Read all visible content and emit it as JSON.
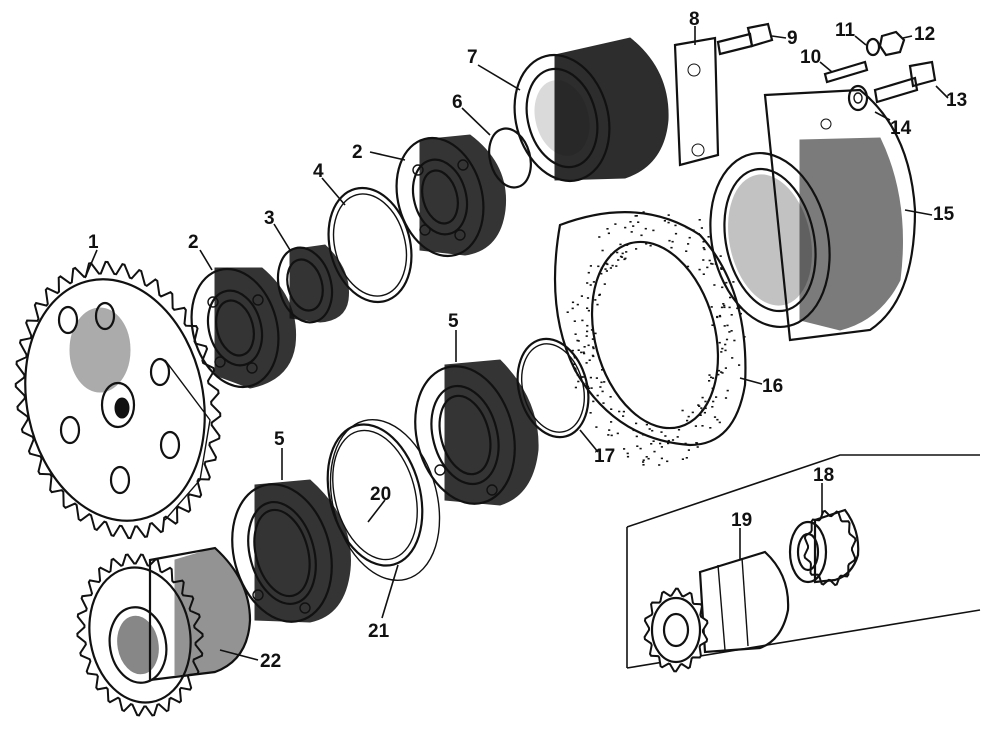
{
  "diagram": {
    "labels": {
      "p1": "1",
      "p2a": "2",
      "p2b": "2",
      "p3": "3",
      "p4": "4",
      "p5a": "5",
      "p5b": "5",
      "p6": "6",
      "p7": "7",
      "p8": "8",
      "p9": "9",
      "p10": "10",
      "p11": "11",
      "p12": "12",
      "p13": "13",
      "p14": "14",
      "p15": "15",
      "p16": "16",
      "p17": "17",
      "p18": "18",
      "p19": "19",
      "p20": "20",
      "p21": "21",
      "p22": "22"
    },
    "ink_color": "#111111",
    "background": "#ffffff"
  }
}
